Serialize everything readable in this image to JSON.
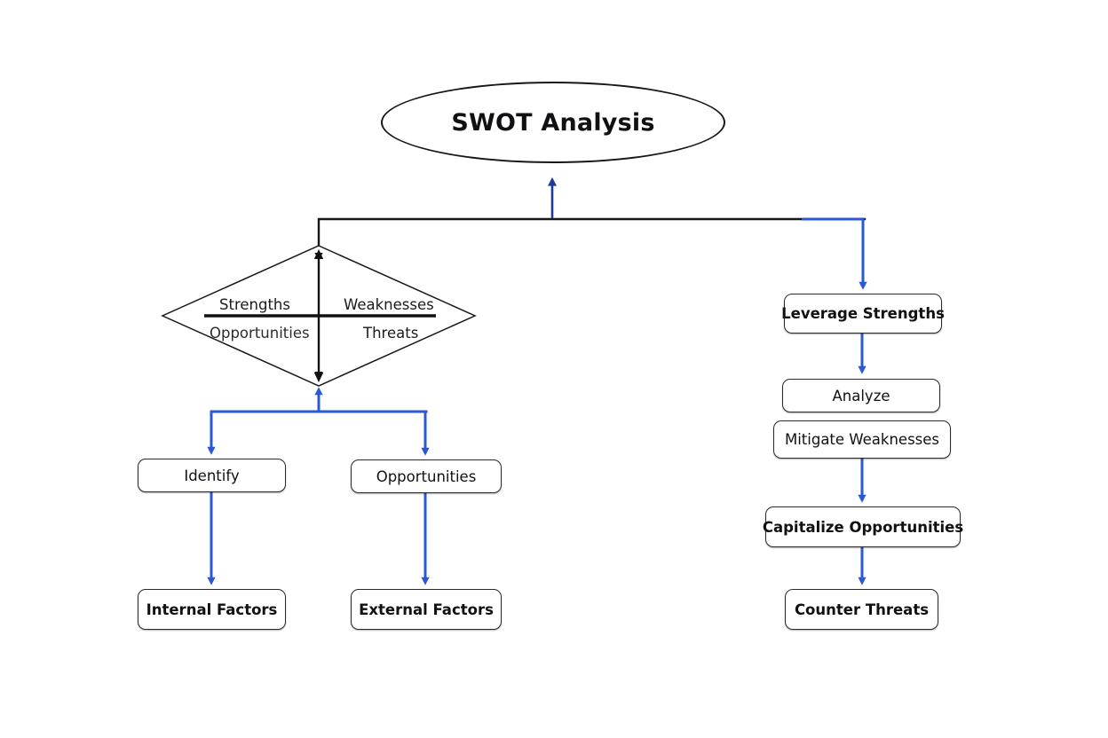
{
  "diagram": {
    "title": "SWOT Analysis",
    "type": "flowchart",
    "background": "#ffffff",
    "colors": {
      "arrow_blue": "#2b59d4",
      "arrow_navy": "#1e3a9e",
      "connector_black": "#17171a",
      "box_border": "#2b2b2e",
      "text": "#111114"
    },
    "root": {
      "shape": "ellipse",
      "label": "SWOT Analysis"
    },
    "matrix": {
      "shape": "diamond",
      "quadrants": [
        {
          "label": "Strengths",
          "position": "top-left"
        },
        {
          "label": "Weaknesses",
          "position": "top-right"
        },
        {
          "label": "Opportunities",
          "position": "bottom-left"
        },
        {
          "label": "Threats",
          "position": "bottom-right"
        }
      ]
    },
    "left_branch": {
      "nodes": [
        {
          "label": "Identify",
          "bold": false
        },
        {
          "label": "Opportunities",
          "bold": false
        },
        {
          "label": "Internal Factors",
          "bold": true
        },
        {
          "label": "External Factors",
          "bold": true
        }
      ]
    },
    "right_branch": {
      "nodes": [
        {
          "label": "Leverage Strengths",
          "bold": true
        },
        {
          "label": "Analyze",
          "bold": false
        },
        {
          "label": "Mitigate Weaknesses",
          "bold": false
        },
        {
          "label": "Capitalize Opportunities",
          "bold": true
        },
        {
          "label": "Counter Threats",
          "bold": true
        }
      ]
    }
  }
}
